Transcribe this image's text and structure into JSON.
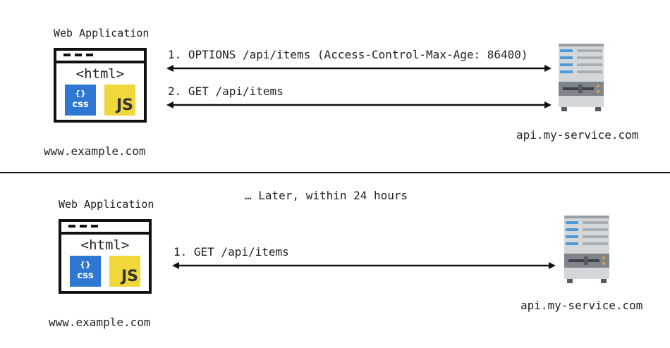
{
  "top": {
    "app_label": "Web Application",
    "html_label": "<html>",
    "css_icon": "{}",
    "css_label": "css",
    "js_label": "JS",
    "client_domain": "www.example.com",
    "server_domain": "api.my-service.com",
    "request1": "1. OPTIONS /api/items (Access-Control-Max-Age: 86400)",
    "request2": "2. GET /api/items"
  },
  "later_caption": "… Later, within 24 hours",
  "bottom": {
    "app_label": "Web Application",
    "html_label": "<html>",
    "css_icon": "{}",
    "css_label": "css",
    "js_label": "JS",
    "client_domain": "www.example.com",
    "server_domain": "api.my-service.com",
    "request1": "1. GET /api/items"
  },
  "colors": {
    "css_blue": "#2e78d4",
    "js_yellow": "#f0d73a",
    "server_blue": "#4a9ad8",
    "server_gray": "#c8ccd0"
  }
}
